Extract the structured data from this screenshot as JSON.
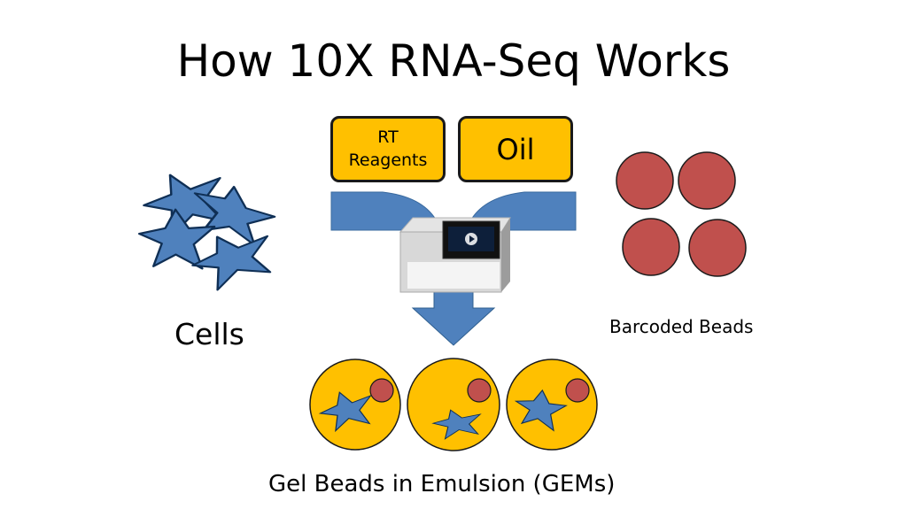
{
  "title": "How 10X RNA-Seq Works",
  "inputs": {
    "rt_reagents": "RT\nReagents",
    "oil": "Oil"
  },
  "labels": {
    "cells": "Cells",
    "barcoded_beads": "Barcoded Beads",
    "gems": "Gel Beads in Emulsion (GEMs)"
  },
  "colors": {
    "cell_blue": "#4f81bd",
    "bead_red": "#c0504d",
    "gem_yellow": "#ffc000",
    "arrow_blue": "#4f81bd"
  }
}
